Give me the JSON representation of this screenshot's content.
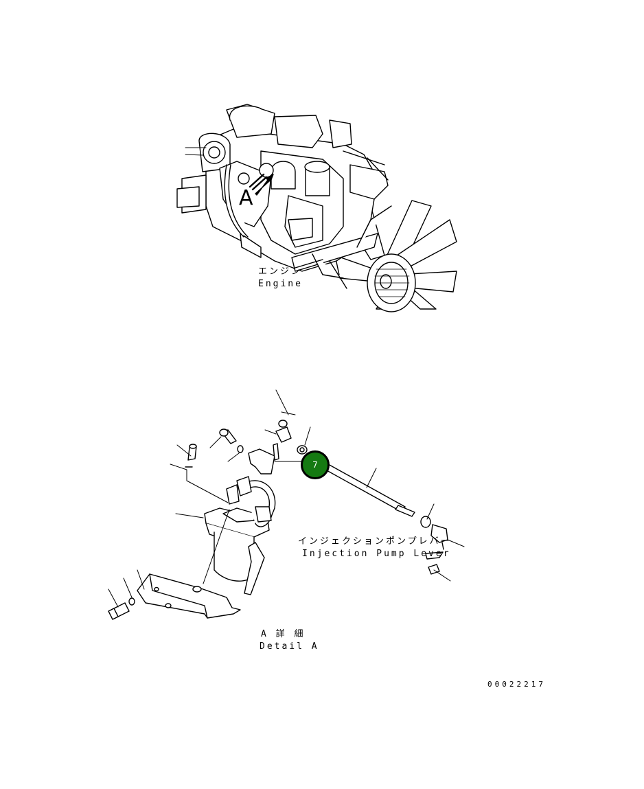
{
  "labels": {
    "engine_jp": "エンジン",
    "engine_en": "Engine",
    "view_marker": "A",
    "lever_jp": "インジェクションポンプレバー",
    "lever_en": "Injection Pump Lever",
    "detail_jp": "A 詳 細",
    "detail_en": "Detail A",
    "drawing_number": "00022217"
  },
  "callouts": [
    {
      "number": "7",
      "color": "#157a12"
    }
  ]
}
